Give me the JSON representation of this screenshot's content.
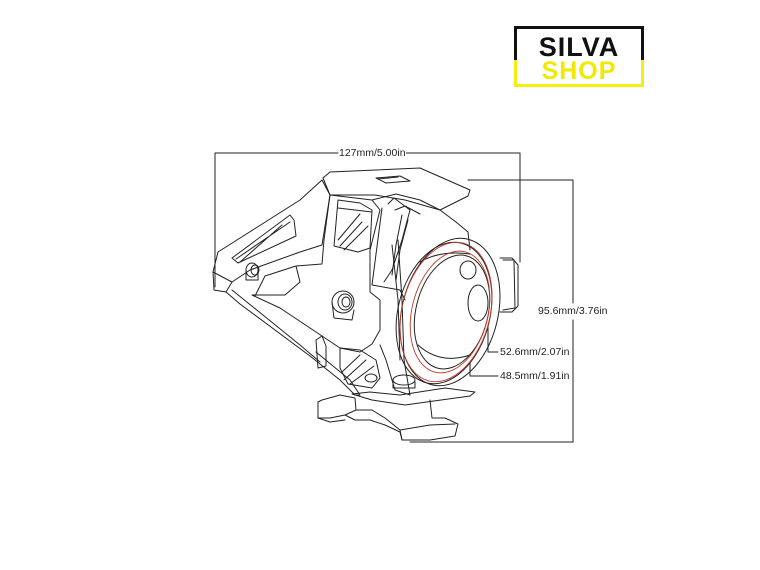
{
  "logo": {
    "line1": "SILVA",
    "line2": "SHOP",
    "colors": {
      "dark": "#111111",
      "accent": "#f5ee10"
    }
  },
  "diagram": {
    "subject": "motorcycle LED projector spotlight (U-style) line drawing",
    "line_color": "#222222",
    "lens_ring_color": "#c0392b",
    "dimensions": {
      "width": "127mm/5.00in",
      "height": "95.6mm/3.76in",
      "outer_lens_diameter": "52.6mm/2.07in",
      "inner_lens_diameter": "48.5mm/1.91in"
    }
  }
}
